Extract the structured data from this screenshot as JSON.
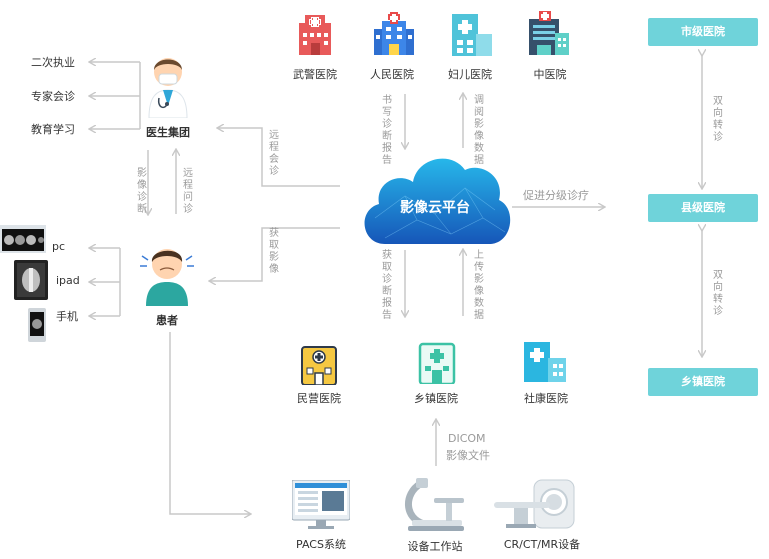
{
  "hospitals_top": [
    {
      "label": "武警医院",
      "icon": "hospital-red-icon"
    },
    {
      "label": "人民医院",
      "icon": "hospital-blue-icon"
    },
    {
      "label": "妇儿医院",
      "icon": "hospital-teal-icon"
    },
    {
      "label": "中医院",
      "icon": "hospital-building-icon"
    }
  ],
  "hospitals_bottom": [
    {
      "label": "民营医院",
      "icon": "hospital-yellow-icon"
    },
    {
      "label": "乡镇医院",
      "icon": "hospital-green-icon"
    },
    {
      "label": "社康医院",
      "icon": "hospital-cyan-icon"
    }
  ],
  "cloud": {
    "label": "影像云平台"
  },
  "doctor": {
    "label": "医生集团",
    "outputs": [
      "二次执业",
      "专家会诊",
      "教育学习"
    ]
  },
  "patient": {
    "label": "患者",
    "devices": [
      "pc",
      "ipad",
      "手机"
    ]
  },
  "flows": {
    "write_report": "书写诊断报告",
    "browse_data": "调阅影像数据",
    "get_report": "获取诊断报告",
    "upload_data": "上传影像数据",
    "remote_consult": "远程会诊",
    "get_image": "获取影像",
    "image_diag": "影像诊断",
    "remote_inquiry": "远程问诊",
    "promote": "促进分级诊疗",
    "dicom_line1": "DICOM",
    "dicom_line2": "影像文件"
  },
  "tiers": {
    "city": "市级医院",
    "county": "县级医院",
    "township": "乡镇医院",
    "transfer1": "双向转诊",
    "transfer2": "双向转诊"
  },
  "equipment": [
    "PACS系统",
    "设备工作站",
    "CR/CT/MR设备"
  ],
  "colors": {
    "accent": "#6fd3da",
    "cloud": "#1a73c9",
    "arrow": "#c8c8c8"
  }
}
